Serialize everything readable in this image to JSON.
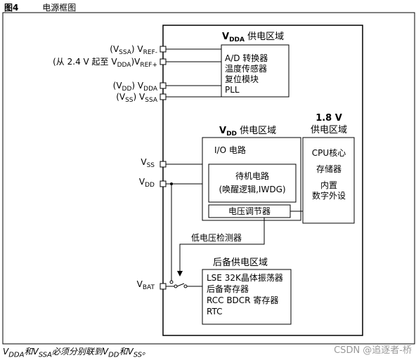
{
  "figure": {
    "number": "图4",
    "title": "电源框图"
  },
  "pins_left": [
    {
      "prefix": "(V",
      "prefix_sub": "SSA",
      "mid": ") V",
      "main_sub": "REF-",
      "plain": ""
    },
    {
      "prefix": "(从 2.4 V 起至 V",
      "prefix_sub": "DDA",
      "mid": ")V",
      "main_sub": "REF+",
      "plain": ""
    },
    {
      "prefix": "(V",
      "prefix_sub": "DD",
      "mid": ") V",
      "main_sub": "DDA",
      "plain": ""
    },
    {
      "prefix": "(V",
      "prefix_sub": "SS",
      "mid": ") V",
      "main_sub": "SSA",
      "plain": ""
    },
    {
      "prefix": "",
      "prefix_sub": "",
      "mid": "V",
      "main_sub": "SS",
      "plain": ""
    },
    {
      "prefix": "",
      "prefix_sub": "",
      "mid": "V",
      "main_sub": "DD",
      "plain": ""
    },
    {
      "prefix": "",
      "prefix_sub": "",
      "mid": "V",
      "main_sub": "BAT",
      "plain": ""
    }
  ],
  "vdda_domain": {
    "title_main": "V",
    "title_sub": "DDA",
    "title_rest": " 供电区域",
    "items": [
      "A/D 转换器",
      "温度传感器",
      "复位模块",
      "PLL"
    ]
  },
  "vdd_domain": {
    "title_main": "V",
    "title_sub": "DD",
    "title_rest": " 供电区域",
    "io": "I/O 电路",
    "standby_line1": "待机电路",
    "standby_line2": "(唤醒逻辑,IWDG)",
    "regulator": "电压调节器"
  },
  "core_domain": {
    "title_line1": "1.8 V",
    "title_line2": "供电区域",
    "cpu": "CPU核心",
    "memory": "存储器",
    "builtin": "内置",
    "digital": "数字外设"
  },
  "lvd": {
    "label": "低电压检测器"
  },
  "backup_domain": {
    "title": "后备供电区域",
    "items": [
      "LSE 32K晶体振荡器",
      "后备寄存器",
      "RCC BDCR 寄存器",
      "RTC"
    ]
  },
  "footnote": "V_DDA和V_SSA必须分别联到V_DD和V_SS。",
  "footnote_parts": {
    "a": "V",
    "a_sub": "DDA",
    "b": "和V",
    "b_sub": "SSA",
    "c": "必须分别联到V",
    "c_sub": "DD",
    "d": "和V",
    "d_sub": "SS",
    "e": "。"
  },
  "watermark": "CSDN @追逐者-桥"
}
